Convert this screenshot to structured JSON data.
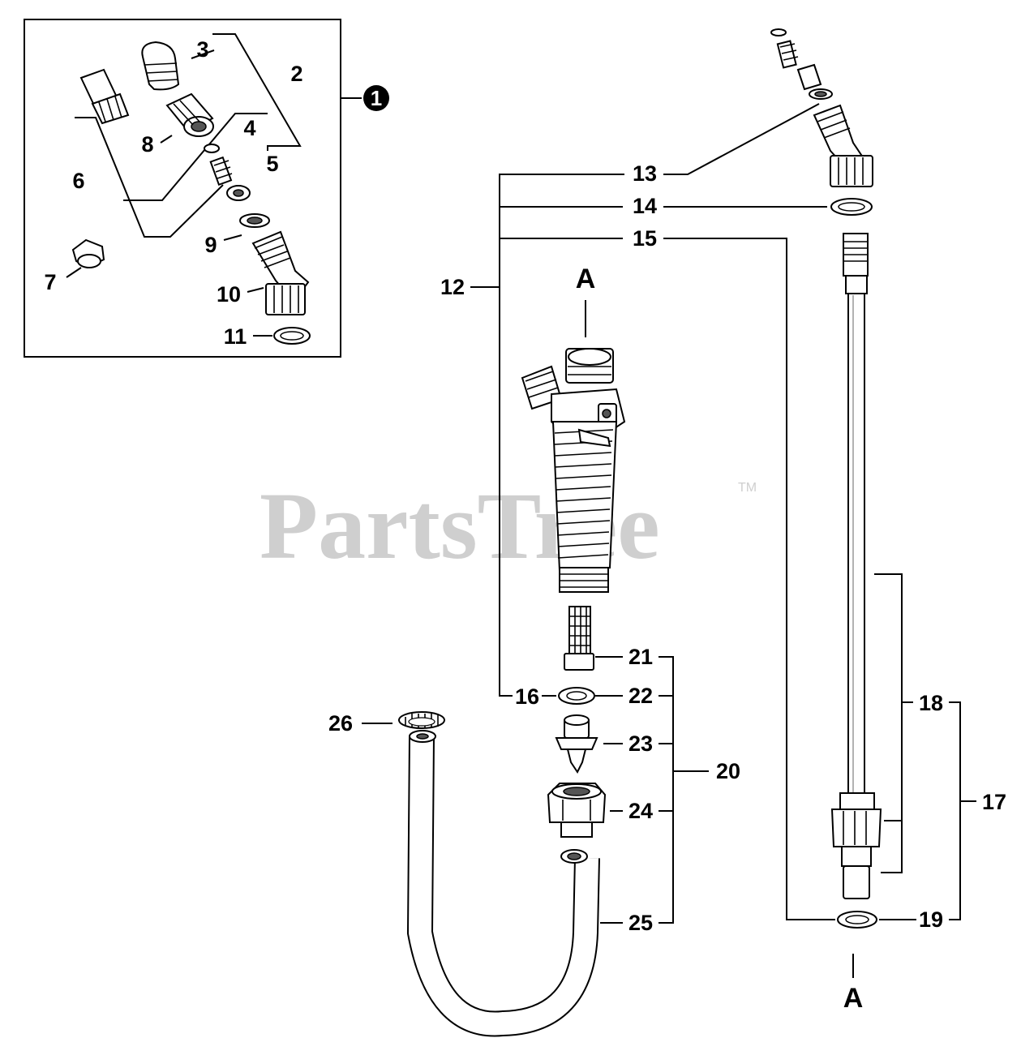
{
  "watermark": {
    "text": "PartsTree",
    "tm": "TM"
  },
  "badge": {
    "number": "1"
  },
  "labels": {
    "n2": "2",
    "n3": "3",
    "n4": "4",
    "n5": "5",
    "n6": "6",
    "n7": "7",
    "n8": "8",
    "n9": "9",
    "n10": "10",
    "n11": "11",
    "n12": "12",
    "n13": "13",
    "n14": "14",
    "n15": "15",
    "n16": "16",
    "n17": "17",
    "n18": "18",
    "n19": "19",
    "n20": "20",
    "n21": "21",
    "n22": "22",
    "n23": "23",
    "n24": "24",
    "n25": "25",
    "n26": "26"
  },
  "markers": {
    "top": "A",
    "bottom": "A"
  }
}
